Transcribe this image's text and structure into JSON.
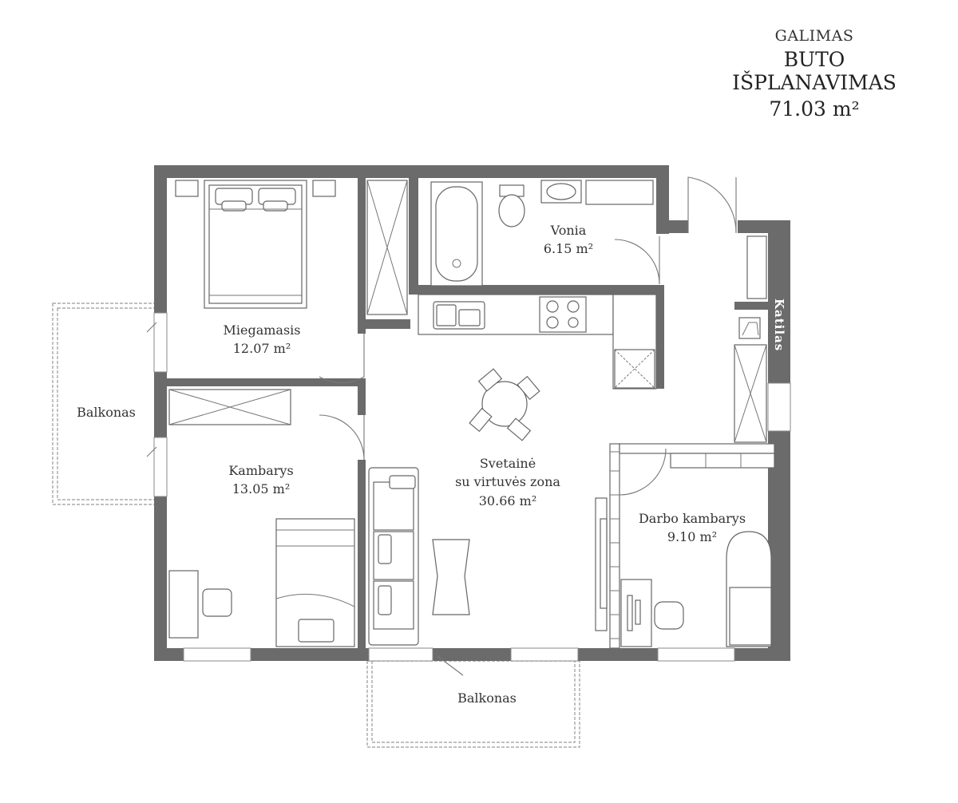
{
  "header": {
    "line1": "GALIMAS",
    "line2": "BUTO IŠPLANAVIMAS",
    "area": "71.03 m²"
  },
  "rooms": {
    "bedroom": {
      "name": "Miegamasis",
      "area": "12.07 m²"
    },
    "bathroom": {
      "name": "Vonia",
      "area": "6.15 m²"
    },
    "room": {
      "name": "Kambarys",
      "area": "13.05 m²"
    },
    "living": {
      "name1": "Svetainė",
      "name2": "su virtuvės zona",
      "area": "30.66 m²"
    },
    "office": {
      "name": "Darbo kambarys",
      "area": "9.10 m²"
    },
    "boiler": {
      "name": "Katilas"
    },
    "balcony_left": {
      "name": "Balkonas"
    },
    "balcony_bottom": {
      "name": "Balkonas"
    }
  },
  "colors": {
    "wall": "#6b6b6b",
    "background": "#ffffff",
    "line": "#666666"
  }
}
